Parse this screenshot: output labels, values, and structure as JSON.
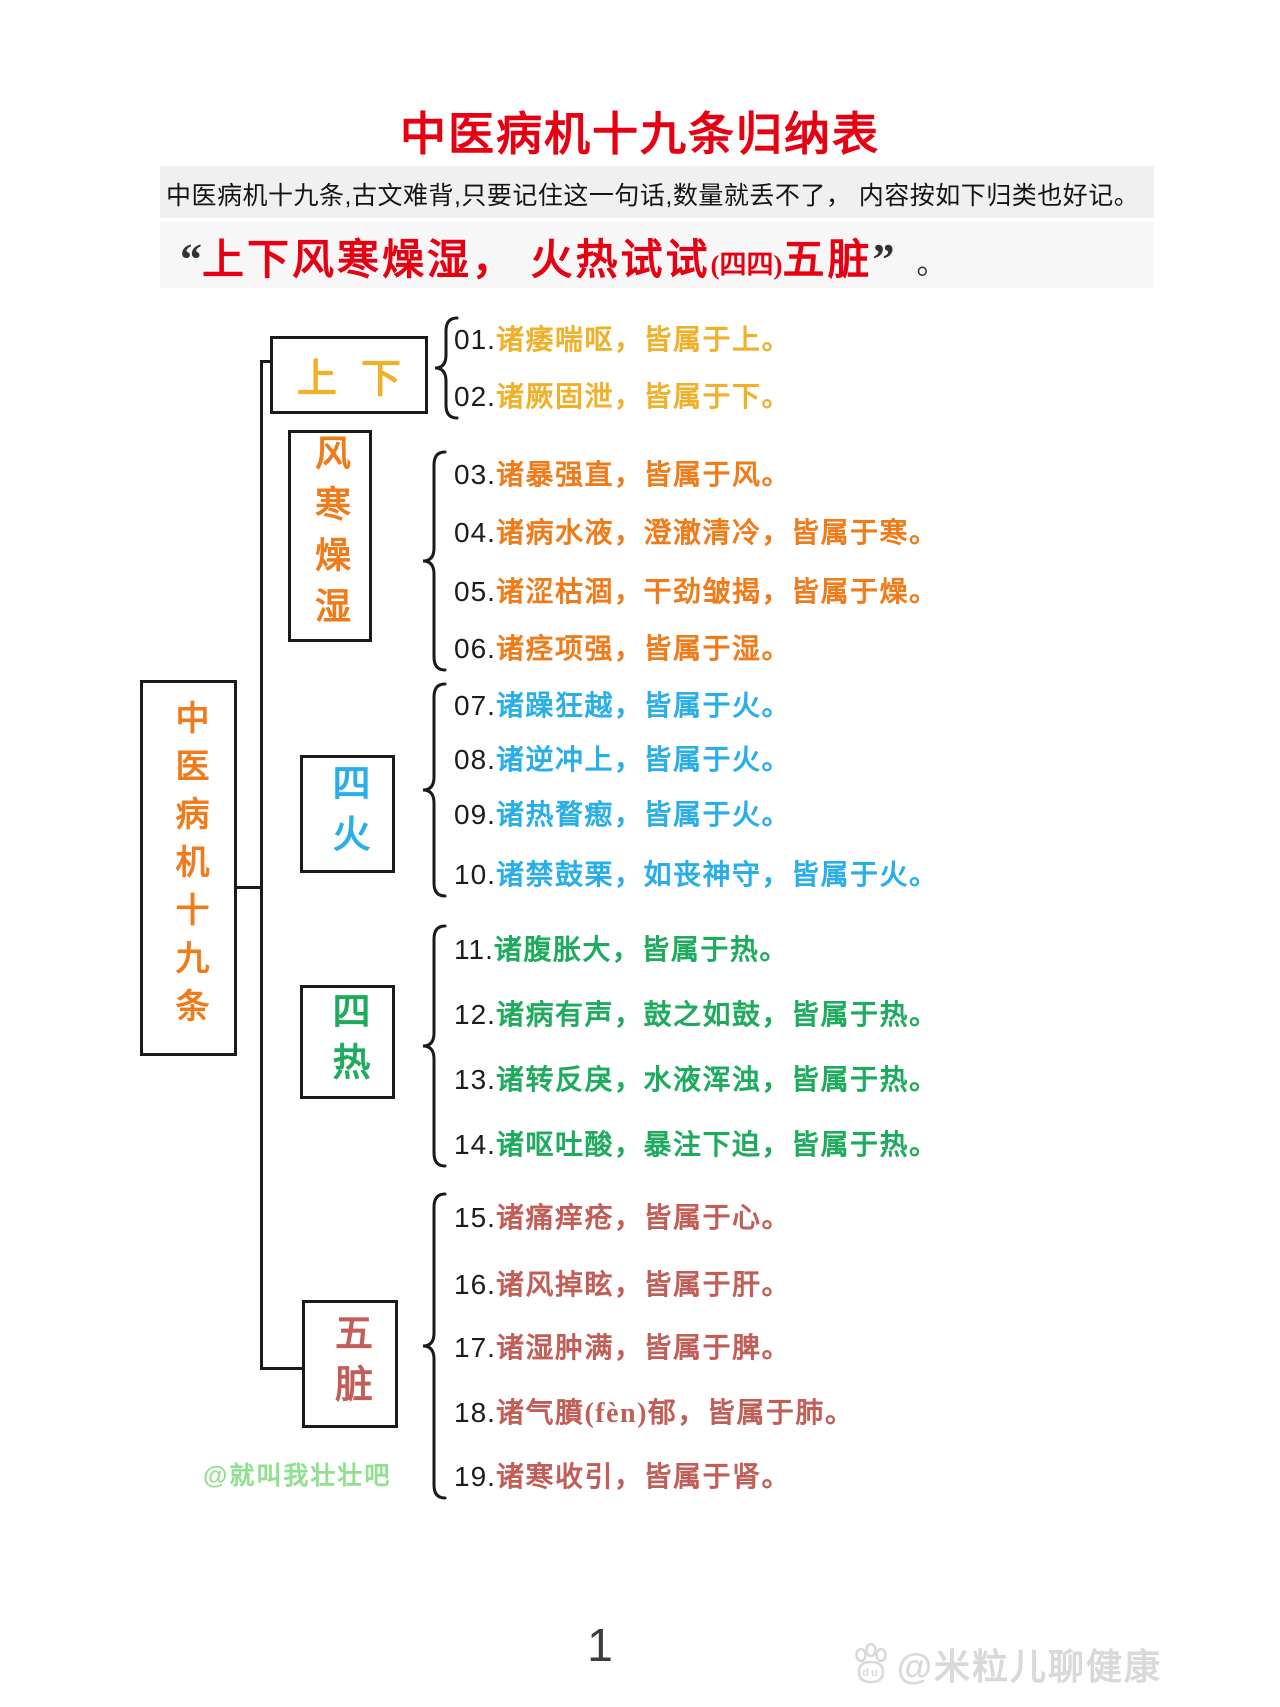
{
  "header": {
    "title": "中医病机十九条归纳表",
    "subtitle": "中医病机十九条,古文难背,只要记住这一句话,数量就丢不了， 内容按如下归类也好记。",
    "quote": {
      "open_mark": "“",
      "text_left": "上下风寒燥湿， 火热试试",
      "paren": "(四四)",
      "text_right": "五脏",
      "close_mark": "”",
      "period": "。"
    }
  },
  "tree": {
    "root": {
      "label": "中医病机十九条",
      "color": "#ef7b1a"
    },
    "groups": [
      {
        "label": "上下",
        "color": "#f0b02a",
        "items": [
          {
            "num": "01.",
            "text": "诸痿喘呕，皆属于上。"
          },
          {
            "num": "02.",
            "text": "诸厥固泄，皆属于下。"
          }
        ]
      },
      {
        "label": "风寒燥湿",
        "color": "#ef7b1a",
        "items": [
          {
            "num": "03.",
            "text": "诸暴强直，皆属于风。"
          },
          {
            "num": "04.",
            "text": "诸病水液，澄澈清冷，皆属于寒。"
          },
          {
            "num": "05.",
            "text": "诸涩枯涸，干劲皱揭，皆属于燥。"
          },
          {
            "num": "06.",
            "text": "诸痉项强，皆属于湿。"
          }
        ]
      },
      {
        "label": "四火",
        "color": "#2aaee8",
        "items": [
          {
            "num": "07.",
            "text": "诸躁狂越，皆属于火。"
          },
          {
            "num": "08.",
            "text": "诸逆冲上，皆属于火。"
          },
          {
            "num": "09.",
            "text": "诸热瞀瘛，皆属于火。"
          },
          {
            "num": "10.",
            "text": "诸禁鼓栗，如丧神守，皆属于火。"
          }
        ]
      },
      {
        "label": "四热",
        "color": "#1fab5e",
        "items": [
          {
            "num": "11.",
            "text": "诸腹胀大，皆属于热。"
          },
          {
            "num": "12.",
            "text": "诸病有声，鼓之如鼓，皆属于热。"
          },
          {
            "num": "13.",
            "text": "诸转反戾，水液浑浊，皆属于热。"
          },
          {
            "num": "14.",
            "text": "诸呕吐酸，暴注下迫，皆属于热。"
          }
        ]
      },
      {
        "label": "五脏",
        "color": "#c25e58",
        "items": [
          {
            "num": "15.",
            "text": "诸痛痒疮，皆属于心。"
          },
          {
            "num": "16.",
            "text": "诸风掉眩，皆属于肝。"
          },
          {
            "num": "17.",
            "text": "诸湿肿满，皆属于脾。"
          },
          {
            "num": "18.",
            "text": "诸气膹(fèn)郁，皆属于肺。"
          },
          {
            "num": "19.",
            "text": "诸寒收引，皆属于肾。"
          }
        ]
      }
    ]
  },
  "footer": {
    "page_number": "1",
    "watermark_left": "@就叫我壮壮吧",
    "watermark_right": "@米粒儿聊健康",
    "watermark_icon_label": "du"
  },
  "colors": {
    "title_red": "#e60012",
    "number_black": "#1c1c1c",
    "line_black": "#1a1a1a",
    "watermark_green": "#8fe08f",
    "watermark_gray": "#d9d9d9"
  }
}
